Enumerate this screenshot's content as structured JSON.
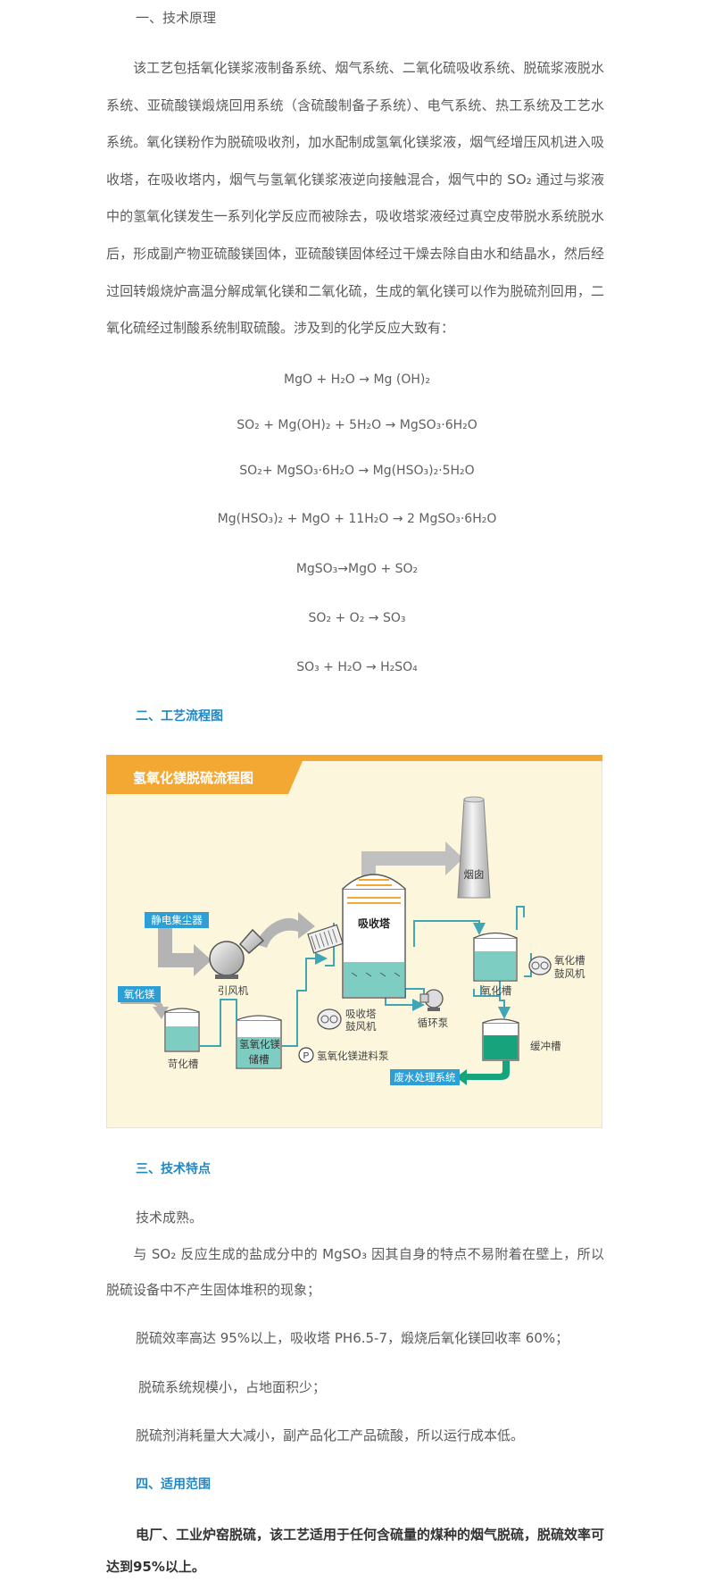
{
  "section1": {
    "title": "一、技术原理",
    "paragraph": "该工艺包括氧化镁浆液制备系统、烟气系统、二氧化硫吸收系统、脱硫浆液脱水系统、亚硫酸镁煅烧回用系统（含硫酸制备子系统）、电气系统、热工系统及工艺水系统。氧化镁粉作为脱硫吸收剂，加水配制成氢氧化镁浆液，烟气经增压风机进入吸收塔，在吸收塔内，烟气与氢氧化镁浆液逆向接触混合，烟气中的 SO₂ 通过与浆液中的氢氧化镁发生一系列化学反应而被除去，吸收塔浆液经过真空皮带脱水系统脱水后，形成副产物亚硫酸镁固体，亚硫酸镁固体经过干燥去除自由水和结晶水，然后经过回转煅烧炉高温分解成氧化镁和二氧化硫，生成的氧化镁可以作为脱硫剂回用，二氧化硫经过制酸系统制取硫酸。涉及到的化学反应大致有：",
    "equations": [
      "MgO + H₂O → Mg (OH)₂",
      "SO₂ + Mg(OH)₂ + 5H₂O → MgSO₃·6H₂O",
      "SO₂+ MgSO₃·6H₂O → Mg(HSO₃)₂·5H₂O",
      "Mg(HSO₃)₂ + MgO + 11H₂O → 2 MgSO₃·6H₂O",
      "MgSO₃→MgO + SO₂",
      "SO₂ + O₂ → SO₃",
      "SO₃ + H₂O → H₂SO₄"
    ]
  },
  "section2": {
    "title": "二、工艺流程图",
    "diagram": {
      "banner": "氢氧化镁脱硫流程图",
      "labels": {
        "esp": "静电集尘器",
        "fan": "引风机",
        "mgo": "氧化镁",
        "dissolve_tank": "苛化槽",
        "storage_tank_1": "氢氧化镁",
        "storage_tank_2": "储槽",
        "feed_pump": "氢氧化镁进料泵",
        "absorber": "吸收塔",
        "absorber_blower_1": "吸收塔",
        "absorber_blower_2": "鼓风机",
        "circ_pump": "循环泵",
        "chimney": "烟囱",
        "oxidation_tank": "氧化槽",
        "ox_blower_1": "氧化槽",
        "ox_blower_2": "鼓风机",
        "buffer_tank": "缓冲槽",
        "wastewater": "废水处理系统",
        "pump_symbol": "P"
      },
      "colors": {
        "banner": "#f3a833",
        "background": "#fcf7dc",
        "arrow_gray": "#b4b4b4",
        "pipe": "#3fa6b6",
        "label_box": "#2b9fd6",
        "liquid": "#7dcdc2",
        "buffer_liquid": "#17a47c"
      }
    }
  },
  "section3": {
    "title": "三、技术特点",
    "items": [
      "技术成熟。",
      "与 SO₂ 反应生成的盐成分中的 MgSO₃ 因其自身的特点不易附着在壁上，所以脱硫设备中不产生固体堆积的现象；",
      "脱硫效率高达 95%以上，吸收塔 PH6.5-7，煅烧后氧化镁回收率 60%；",
      "脱硫系统规模小，占地面积少；",
      "脱硫剂消耗量大大减小，副产品化工产品硫酸，所以运行成本低。"
    ]
  },
  "section4": {
    "title": "四、适用范围",
    "text": "电厂、工业炉窑脱硫，该工艺适用于任何含硫量的煤种的烟气脱硫，脱硫效率可达到95%以上。"
  }
}
